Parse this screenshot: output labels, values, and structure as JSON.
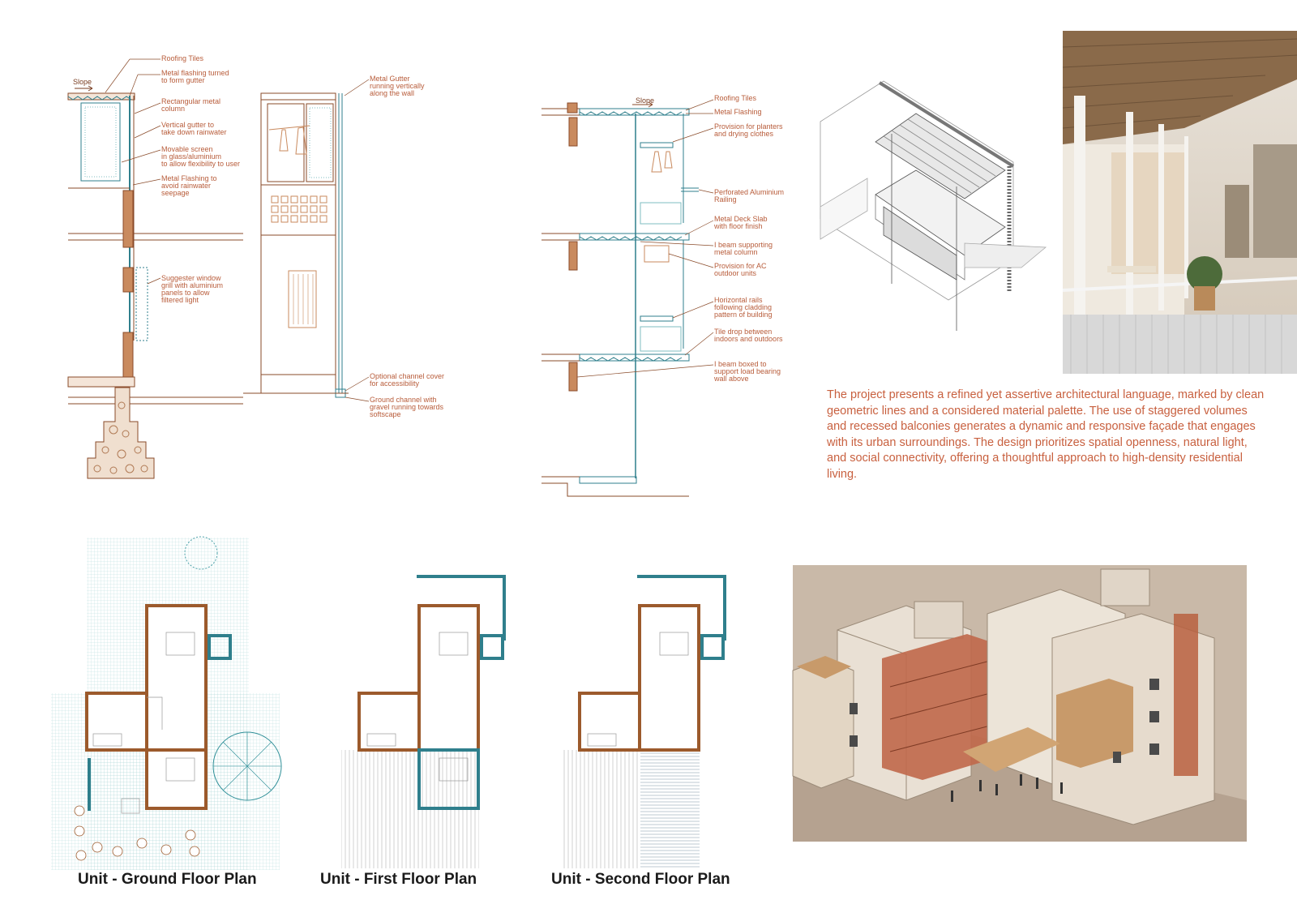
{
  "section_a": {
    "slope": "Slope",
    "labels": [
      "Roofing Tiles",
      "Metal flashing turned\nto form gutter",
      "Rectangular metal\ncolumn",
      "Vertical gutter to\ntake down rainwater",
      "Movable screen\nin glass/aluminium\nto allow flexibility to user",
      "Metal Flashing to\navoid rainwater\nseepage",
      "Suggester window\ngrill with aluminium\npanels to allow\nfiltered light"
    ]
  },
  "elevation_b": {
    "labels": [
      "Metal Gutter\nrunning vertically\nalong the wall",
      "Optional channel cover\nfor accessibility",
      "Ground channel with\ngravel running towards\nsoftscape"
    ]
  },
  "section_c": {
    "slope": "Slope",
    "labels": [
      "Roofing Tiles",
      "Metal Flashing",
      "Provision for planters\nand drying clothes",
      "Perforated Aluminium\nRailing",
      "Metal Deck Slab\nwith floor finish",
      "I beam supporting\nmetal column",
      "Provision for AC\noutdoor units",
      "Horizontal rails\nfollowing cladding\npattern of building",
      "Tile drop between\nindoors and outdoors",
      "I beam boxed to\nsupport load bearing\nwall above"
    ]
  },
  "description": "The project presents a refined yet assertive architectural language, marked by clean geometric lines and a considered material palette. The use of staggered volumes and recessed balconies generates a dynamic and responsive façade that engages with its urban surroundings. The design prioritizes spatial openness, natural light, and social connectivity, offering a thoughtful approach to high-density residential living.",
  "plans": {
    "ground": "Unit - Ground Floor Plan",
    "first": "Unit - First Floor Plan",
    "second": "Unit - Second Floor Plan"
  },
  "colors": {
    "annotation": "#b85c3a",
    "description": "#c8603f",
    "wall": "#9c5a2c",
    "steel": "#2f7f8c",
    "hatch": "#a7d4d4"
  }
}
